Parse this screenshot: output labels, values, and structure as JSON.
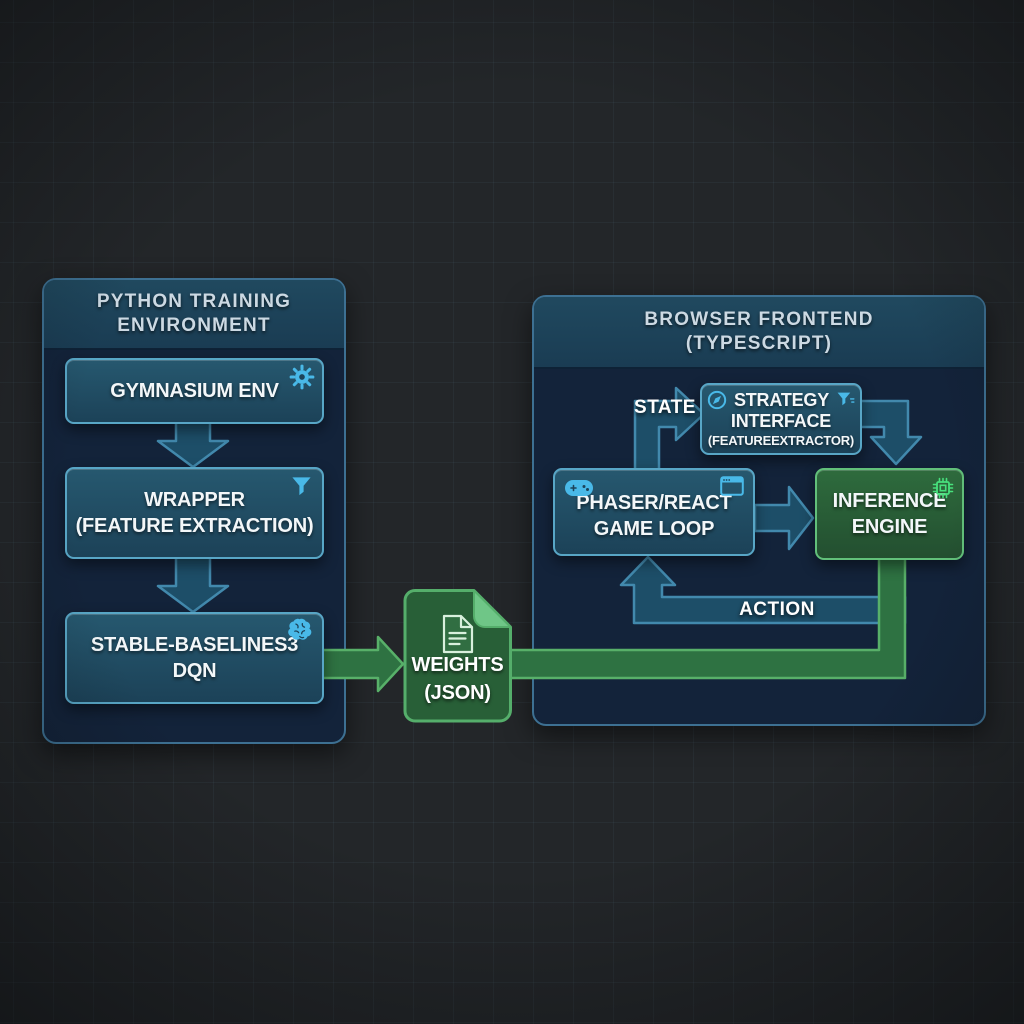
{
  "colors": {
    "background": "#232629",
    "panel_body": "#132339",
    "panel_header": "#1d4560",
    "panel_border": "#3d7092",
    "node_fill": "#215068",
    "node_border": "#58a6c6",
    "arrow_blue_fill": "#1d4e68",
    "arrow_blue_border": "#4289ad",
    "green_fill": "#2e7242",
    "green_border": "#58b069",
    "cyan_icon": "#49b9e8",
    "chip_icon_green": "#47e07c",
    "text": "#f3f7f9"
  },
  "icons": {
    "gymnasium": "gear-icon",
    "wrapper": "filter-icon",
    "dqn": "brain-icon",
    "weights": "document-icon",
    "strategy_left": "compass-icon",
    "strategy_right": "filter-icon",
    "game_loop_left": "gamepad-icon",
    "game_loop_right": "browser-window-icon",
    "inference": "chip-icon"
  },
  "left_panel": {
    "title1": "PYTHON TRAINING",
    "title2": "ENVIRONMENT",
    "gymnasium": {
      "label": "GYMNASIUM ENV"
    },
    "wrapper": {
      "line1": "WRAPPER",
      "line2": "(FEATURE EXTRACTION)"
    },
    "dqn": {
      "line1": "STABLE-BASELINES3",
      "line2": "DQN"
    }
  },
  "weights_file": {
    "line1": "WEIGHTS",
    "line2": "(JSON)"
  },
  "right_panel": {
    "title1": "BROWSER FRONTEND",
    "title2": "(TYPESCRIPT)",
    "strategy": {
      "line1": "STRATEGY",
      "line2": "INTERFACE",
      "line3": "(FEATUREEXTRACTOR)"
    },
    "game_loop": {
      "line1": "PHASER/REACT",
      "line2": "GAME LOOP"
    },
    "inference": {
      "line1": "INFERENCE",
      "line2": "ENGINE"
    },
    "state_label": "STATE",
    "action_label": "ACTION"
  }
}
